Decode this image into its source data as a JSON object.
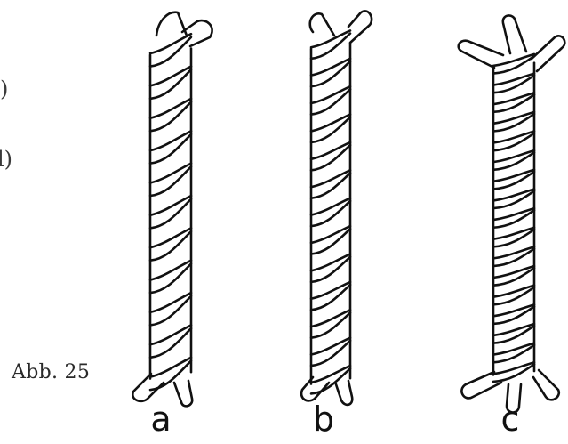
{
  "page": {
    "background": "#ffffff"
  },
  "margin_fragments": [
    ")",
    "l)"
  ],
  "caption": "Abb. 25",
  "ropes": [
    {
      "label": "a",
      "twist": "loose"
    },
    {
      "label": "b",
      "twist": "medium"
    },
    {
      "label": "c",
      "twist": "tight"
    }
  ],
  "colors": {
    "ink": "#111111",
    "paper": "#ffffff"
  }
}
